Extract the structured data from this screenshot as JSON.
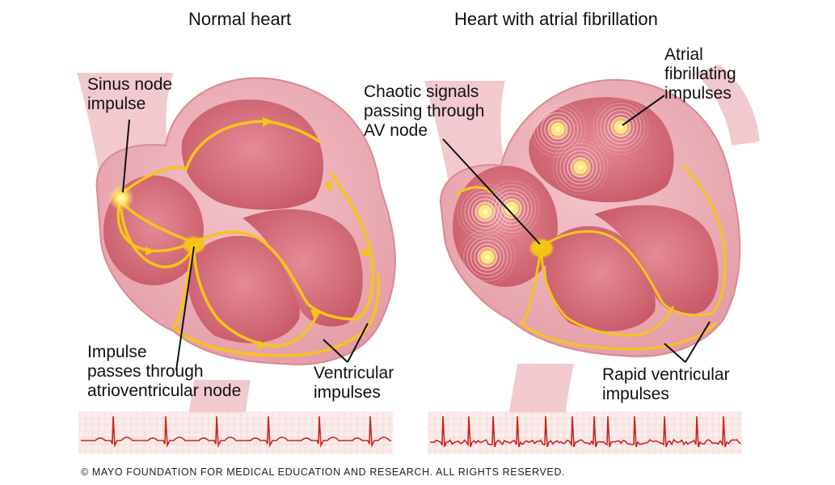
{
  "panels": {
    "normal": {
      "title": "Normal heart",
      "labels": {
        "sinus": [
          "Sinus node",
          "impulse"
        ],
        "av": [
          "Impulse",
          "passes through",
          "atrioventricular node"
        ],
        "ventricular": [
          "Ventricular",
          "impulses"
        ]
      }
    },
    "afib": {
      "title": "Heart with atrial fibrillation",
      "labels": {
        "chaotic": [
          "Chaotic signals",
          "passing through",
          "AV node"
        ],
        "atrial": [
          "Atrial",
          "fibrillating",
          "impulses"
        ],
        "rapid": [
          "Rapid ventricular",
          "impulses"
        ]
      }
    }
  },
  "colors": {
    "heart_wall": "#e8a4ad",
    "heart_chamber": "#d9707d",
    "vessel": "#f2c9cf",
    "impulse": "#f5c518",
    "impulse_glow": "#fff6b0",
    "ecg": "#c8261e",
    "leader": "#111111"
  },
  "copyright": "© MAYO FOUNDATION FOR MEDICAL EDUCATION AND RESEARCH. ALL RIGHTS RESERVED."
}
